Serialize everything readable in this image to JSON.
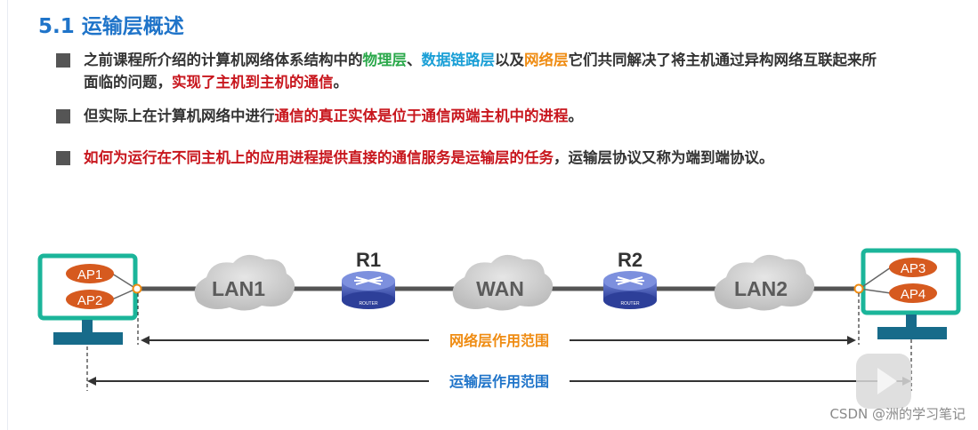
{
  "title": "5.1 运输层概述",
  "bullets": [
    {
      "parts": [
        {
          "text": "之前课程所介绍的计算机网络体系结构中的",
          "color": "#333333"
        },
        {
          "text": "物理层",
          "color": "#2aa84a"
        },
        {
          "text": "、",
          "color": "#333333"
        },
        {
          "text": "数据链路层",
          "color": "#1a9fd6"
        },
        {
          "text": "以及",
          "color": "#333333"
        },
        {
          "text": "网络层",
          "color": "#ef8c13"
        },
        {
          "text": "它们共同解决了将主机通过异构网络互联起来所面临的问题，",
          "color": "#333333"
        },
        {
          "text": "实现了主机到主机的通信",
          "color": "#c8161d"
        },
        {
          "text": "。",
          "color": "#333333"
        }
      ]
    },
    {
      "parts": [
        {
          "text": "但实际上在计算机网络中进行",
          "color": "#333333"
        },
        {
          "text": "通信的真正实体是位于通信两端主机中的进程",
          "color": "#c8161d"
        },
        {
          "text": "。",
          "color": "#333333"
        }
      ]
    },
    {
      "parts": [
        {
          "text": "如何为运行在不同主机上的应用进程提供直接的通信服务是运输层的任务",
          "color": "#c8161d"
        },
        {
          "text": "，运输层协议又称为端到端协议。",
          "color": "#333333"
        }
      ]
    }
  ],
  "diagram": {
    "processes": [
      "AP1",
      "AP2",
      "AP3",
      "AP4"
    ],
    "routers": [
      "R1",
      "R2"
    ],
    "router_badge": "ROUTER",
    "clouds": [
      "LAN1",
      "WAN",
      "LAN2"
    ],
    "network_scope": "网络层作用范围",
    "transport_scope": "运输层作用范围"
  },
  "watermark": "CSDN @洲的学习笔记",
  "colors": {
    "title": "#1f74c9",
    "host": "#1bb59a",
    "process": "#d65a1f",
    "network_scope": "#ef8c13",
    "transport_scope": "#1f74c9"
  }
}
